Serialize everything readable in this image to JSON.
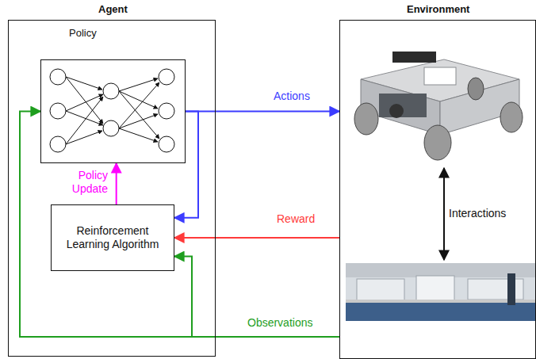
{
  "diagram": {
    "nodes": [
      {
        "text": [
          "Agent"
        ]
      },
      {
        "text": [
          "Policy"
        ],
        "in": 0
      },
      {
        "text": [
          "Reinforcement Learning Algorithm"
        ],
        "in": 0
      },
      {
        "text": [
          "Environment"
        ]
      }
    ],
    "edges": [
      {
        "from": 1,
        "to": 3,
        "arrow": "to",
        "label": "Actions"
      },
      {
        "from": 1,
        "to": 2,
        "arrow": "to"
      },
      {
        "from": 3,
        "to": 2,
        "arrow": "to",
        "label": "Reward"
      },
      {
        "from": 3,
        "to": 2,
        "arrow": "to",
        "label": "Observations"
      },
      {
        "from": 3,
        "to": 1,
        "arrow": "to"
      },
      {
        "from": 2,
        "to": 1,
        "arrow": "to",
        "label": "Policy Update"
      }
    ],
    "labels": [
      "Interactions"
    ]
  }
}
